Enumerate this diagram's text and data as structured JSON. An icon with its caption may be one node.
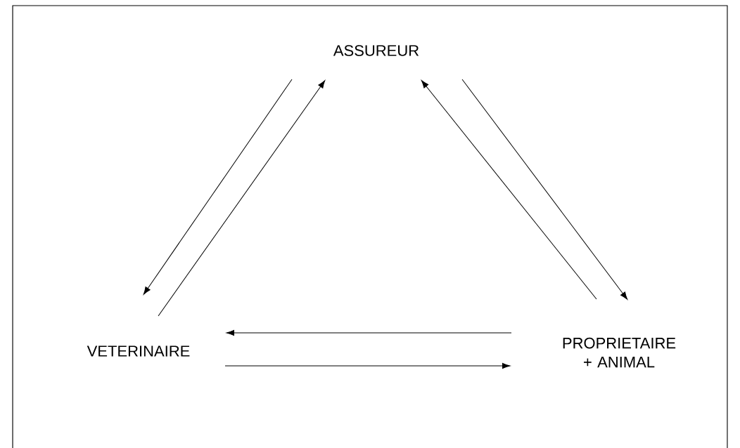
{
  "diagram": {
    "nodes": [
      {
        "text": [
          "ASSUREUR"
        ]
      },
      {
        "text": [
          "VETERINAIRE"
        ]
      },
      {
        "text": [
          "PROPRIETAIRE + ANIMAL"
        ]
      }
    ],
    "edges": [
      {
        "from": 0,
        "to": 1,
        "arrow": "to"
      },
      {
        "from": 1,
        "to": 0,
        "arrow": "to"
      },
      {
        "from": 2,
        "to": 0,
        "arrow": "to"
      },
      {
        "from": 0,
        "to": 2,
        "arrow": "to"
      },
      {
        "from": 2,
        "to": 1,
        "arrow": "to"
      },
      {
        "from": 1,
        "to": 2,
        "arrow": "to"
      }
    ]
  }
}
